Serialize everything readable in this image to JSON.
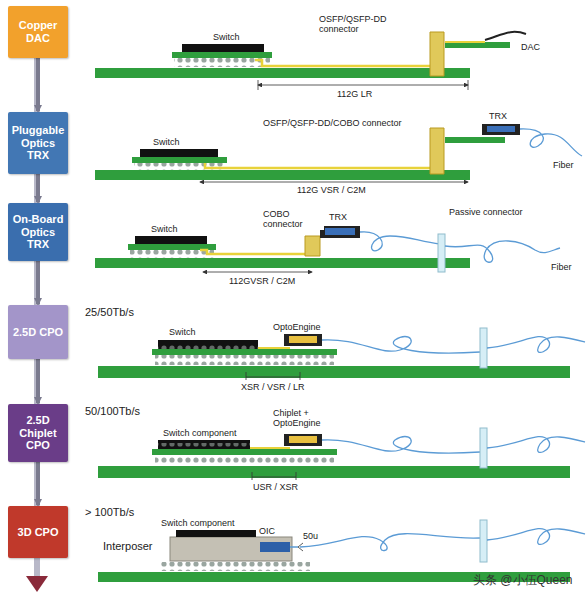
{
  "diagram": {
    "nodes": [
      {
        "text": [
          "Copper DAC"
        ]
      },
      {
        "text": [
          "Pluggable Optics TRX"
        ]
      },
      {
        "text": [
          "On-Board Optics TRX"
        ]
      },
      {
        "text": [
          "2.5D CPO"
        ]
      },
      {
        "text": [
          "2.5D Chiplet CPO"
        ]
      },
      {
        "text": [
          "3D CPO"
        ]
      }
    ],
    "edges": [
      {
        "from": 0,
        "to": 1,
        "arrow": "to"
      },
      {
        "from": 1,
        "to": 2,
        "arrow": "to"
      },
      {
        "from": 2,
        "to": 3,
        "arrow": "to"
      },
      {
        "from": 3,
        "to": 4,
        "arrow": "to"
      },
      {
        "from": 4,
        "to": 5,
        "arrow": "to"
      }
    ],
    "labels": [
      "Switch",
      "OSFP/QSFP-DD connector",
      "DAC",
      "112G LR",
      "TRX",
      "Switch",
      "OSFP/QSFP-DD/COBO connector",
      "Fiber",
      "112G VSR / C2M",
      "Switch",
      "COBO connector",
      "TRX",
      "Passive connector",
      "Fiber",
      "112GVSR / C2M",
      "25/50Tb/s",
      "Switch",
      "OptoEngine",
      "XSR / VSR / LR",
      "50/100Tb/s",
      "Switch component",
      "Chiplet + OptoEngine",
      "USR / XSR",
      "> 100Tb/s",
      "Switch component",
      "OIC",
      "Interposer",
      "50u",
      "头条 @小伍Queen"
    ]
  }
}
